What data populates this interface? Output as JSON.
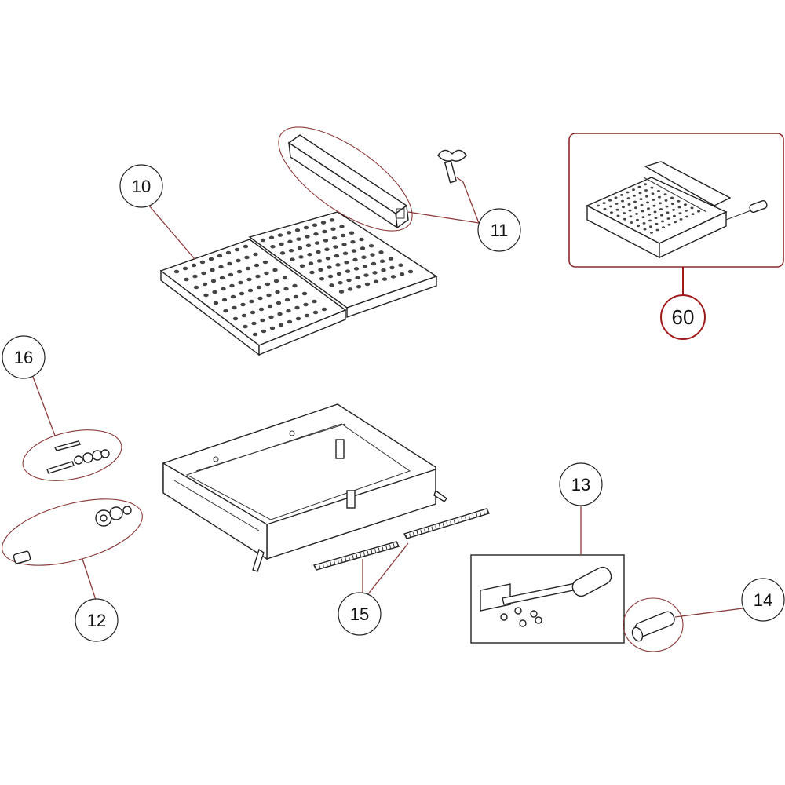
{
  "callouts": [
    {
      "id": "c10",
      "label": "10"
    },
    {
      "id": "c11",
      "label": "11"
    },
    {
      "id": "c12",
      "label": "12"
    },
    {
      "id": "c13",
      "label": "13"
    },
    {
      "id": "c14",
      "label": "14"
    },
    {
      "id": "c15",
      "label": "15"
    },
    {
      "id": "c16",
      "label": "16"
    },
    {
      "id": "c60",
      "label": "60"
    }
  ],
  "colors": {
    "leader": "#8b3a3a",
    "accent_red": "#a11a1a",
    "line": "#222222"
  }
}
